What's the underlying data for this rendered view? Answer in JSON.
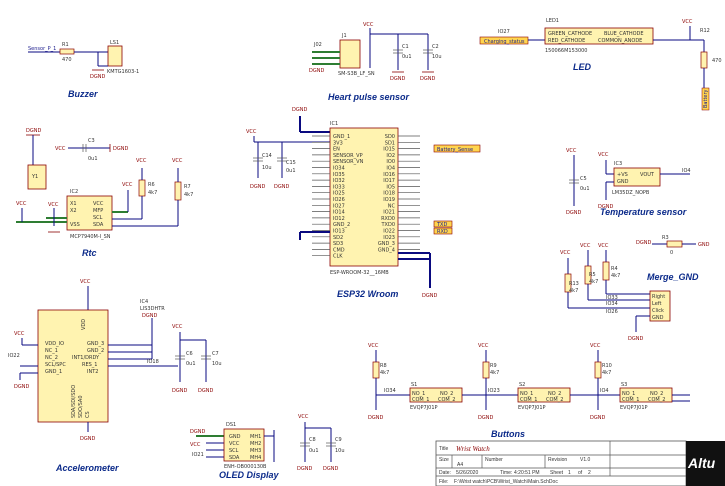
{
  "sections": {
    "buzzer": "Buzzer",
    "heart": "Heart pulse sensor",
    "led": "LED",
    "rtc": "Rtc",
    "esp32": "ESP32 Wroom",
    "temp": "Temperature sensor",
    "merge": "Merge_GND",
    "accel": "Accelerometer",
    "oled": "OLED Display",
    "buttons": "Buttons"
  },
  "buzzer": {
    "net": "Sensor_P_1",
    "r": "R1",
    "rval": "470",
    "ls": "LS1",
    "part": "KMTG1603-1",
    "gnd": "DGND"
  },
  "heart": {
    "j": "J1",
    "jpart": "SM-S3B_LF_SN",
    "j2": "J02",
    "c1": "C1",
    "c1v": "0u1",
    "c2": "C2",
    "c2v": "10u",
    "vcc": "VCC",
    "gnd": "DGND"
  },
  "led": {
    "net_in": "Charging_status",
    "port": "IO27",
    "ref": "LED1",
    "p1": "GREEN_CATHODE",
    "p2": "BLUE_CATHODE",
    "p3": "RED_CATHODE",
    "p4": "COMMON_ANODE",
    "part": "150066M153000",
    "r": "R12",
    "rval": "470",
    "vcc": "VCC",
    "side": "Battery"
  },
  "rtc": {
    "ic": "IC2",
    "part": "MCP7940M-I_SN",
    "y": "Y1",
    "c": "C3",
    "cval": "0u1",
    "p": [
      "X1",
      "X2",
      "VSS",
      "VCC",
      "MFP",
      "SCL",
      "SDA"
    ],
    "r6": "R6",
    "r6v": "4k7",
    "r7": "R7",
    "r7v": "4k7",
    "vcc": "VCC",
    "gnd": "DGND"
  },
  "esp32": {
    "ic": "IC1",
    "part": "ESP-WROOM-32__16MB",
    "left": [
      "GND_1",
      "3V3",
      "EN",
      "SENSOR_VP",
      "SENSOR_VN",
      "IO34",
      "IO35",
      "IO32",
      "IO33",
      "IO25",
      "IO26",
      "IO27",
      "IO14",
      "IO12",
      "GND_2",
      "IO13",
      "SD2",
      "SD3",
      "CMD",
      "CLK"
    ],
    "right": [
      "SD0",
      "SD1",
      "IO15",
      "IO2",
      "IO0",
      "IO4",
      "IO16",
      "IO17",
      "IO5",
      "IO18",
      "IO19",
      "NC",
      "IO21",
      "RXD0",
      "TXD0",
      "IO22",
      "IO23",
      "GND_3",
      "GND_4"
    ],
    "net_batt": "Battery_Sense",
    "net_tx": "TXD",
    "net_rx": "RXD",
    "c14": "C14",
    "c14v": "10u",
    "c15": "C15",
    "c15v": "0u1",
    "vcc": "VCC",
    "gnd": "DGND"
  },
  "temp": {
    "ic": "IC3",
    "part": "LM35DZ_NOPB",
    "p1": "+VS",
    "p2": "VOUT",
    "p3": "GND",
    "c": "C5",
    "cval": "0u1",
    "port": "IO4",
    "vcc": "VCC",
    "gnd": "DGND"
  },
  "merge": {
    "r": "R3",
    "rval": "0",
    "gnd1": "DGND",
    "gnd2": "GND"
  },
  "jog": {
    "r13": "R13",
    "r5": "R5",
    "r4": "R4",
    "val": "4k7",
    "ports": [
      "IO33",
      "IO34",
      "IO26"
    ],
    "p": [
      "Right",
      "Left",
      "Click",
      "GND"
    ],
    "vcc": "VCC",
    "gnd": "DGND"
  },
  "accel": {
    "ic": "IC4",
    "part": "LIS3DHTR",
    "left": [
      "VDD_IO",
      "NC_1",
      "NC_2",
      "SCL/SPC",
      "GND_1"
    ],
    "right": [
      "GND_3",
      "GND_2",
      "INT1/DRDY",
      "RES_1",
      "INT2"
    ],
    "bottom": [
      "SDA/SDI/SDO",
      "SDO/SA0",
      "CS"
    ],
    "top": [
      "VDD"
    ],
    "c6": "C6",
    "c6v": "0u1",
    "c7": "C7",
    "c7v": "10u",
    "port": "IO18",
    "port2": "IO22",
    "vcc": "VCC",
    "gnd": "DGND"
  },
  "oled": {
    "ref": "DS1",
    "part": "ENH-OB000130B",
    "p": [
      "GND",
      "VCC",
      "SCL",
      "SDA"
    ],
    "n": [
      "MH1",
      "MH2",
      "MH3",
      "MH4"
    ],
    "c8": "C8",
    "c8v": "0u1",
    "c9": "C9",
    "c9v": "10u",
    "port": "IO21",
    "vcc": "VCC",
    "gnd": "DGND"
  },
  "buttons": {
    "items": [
      {
        "ref": "S1",
        "r": "R8",
        "rv": "4k7",
        "port": "IO34"
      },
      {
        "ref": "S2",
        "r": "R9",
        "rv": "4k7",
        "port": "IO23"
      },
      {
        "ref": "S3",
        "r": "R10",
        "rv": "4k7",
        "port": "IO4"
      }
    ],
    "pins": [
      "NO_1",
      "NO_2",
      "COM_1",
      "COM_2"
    ],
    "part": "EVQP7J01P",
    "vcc": "VCC",
    "gnd": "DGND"
  },
  "titleblock": {
    "title_label": "Title",
    "title": "Wrist Watch",
    "size_label": "Size",
    "size": "A4",
    "number_label": "Number",
    "revision_label": "Revision",
    "revision": "V1.0",
    "date_label": "Date:",
    "date": "5/26/2020",
    "time_label": "Time:",
    "time": "4:20:51 PM",
    "sheet_label": "Sheet",
    "sheet": "1",
    "of_label": "of",
    "of": "2",
    "file_label": "File:",
    "file": "F:\\Wrist watch\\PCB\\Wrist_Watch\\Main.SchDoc",
    "logo": "Altu"
  }
}
